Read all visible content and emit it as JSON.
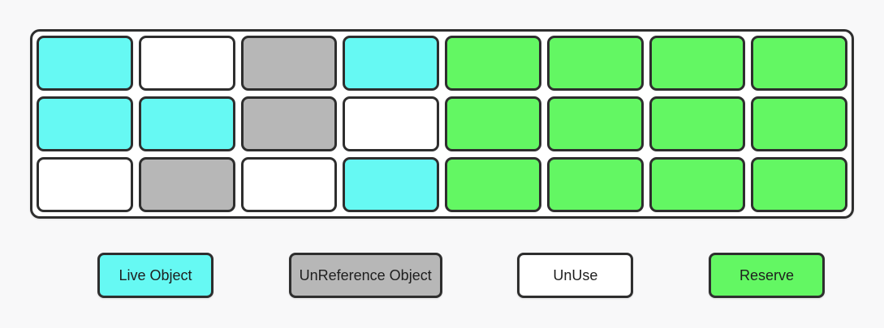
{
  "colors": {
    "live": "#66F9F3",
    "unreference": "#B7B7B7",
    "unuse": "#FFFFFF",
    "reserve": "#63F763",
    "cell_border": "#2E2E2E",
    "grid_background": "#FFFFFF",
    "page_background": "#F8F8F9"
  },
  "grid": {
    "rows": [
      [
        "live",
        "unuse",
        "unreference",
        "live",
        "reserve",
        "reserve",
        "reserve",
        "reserve"
      ],
      [
        "live",
        "live",
        "unreference",
        "unuse",
        "reserve",
        "reserve",
        "reserve",
        "reserve"
      ],
      [
        "unuse",
        "unreference",
        "unuse",
        "live",
        "reserve",
        "reserve",
        "reserve",
        "reserve"
      ]
    ]
  },
  "legend": {
    "items": [
      {
        "id": "live",
        "label": "Live Object"
      },
      {
        "id": "unreference",
        "label": "UnReference Object"
      },
      {
        "id": "unuse",
        "label": "UnUse"
      },
      {
        "id": "reserve",
        "label": "Reserve"
      }
    ]
  }
}
